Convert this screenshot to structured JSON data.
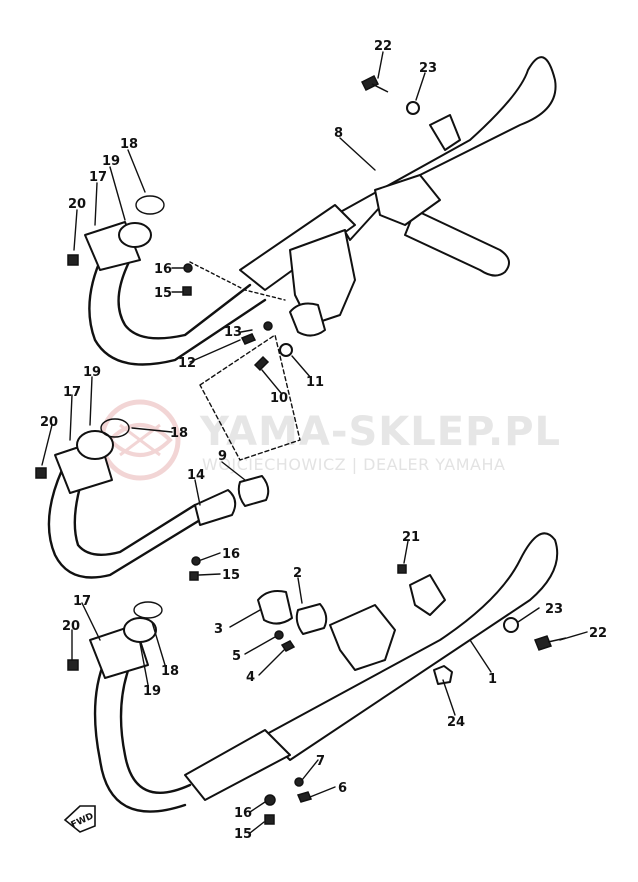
{
  "watermark": {
    "title": "YAMA-SKLEP.PL",
    "subtitle": "WOJCIECHOWICZ | DEALER YAMAHA",
    "logo_color": "#e8b4b4"
  },
  "direction_marker": "FWD",
  "callouts": {
    "c1": "1",
    "c2": "2",
    "c3": "3",
    "c4": "4",
    "c5": "5",
    "c6": "6",
    "c7": "7",
    "c8": "8",
    "c9": "9",
    "c10": "10",
    "c11": "11",
    "c12": "12",
    "c13": "13",
    "c14": "14",
    "c15a": "15",
    "c15b": "15",
    "c15c": "15",
    "c16a": "16",
    "c16b": "16",
    "c16c": "16",
    "c17a": "17",
    "c17b": "17",
    "c17c": "17",
    "c18a": "18",
    "c18b": "18",
    "c18c": "18",
    "c19a": "19",
    "c19b": "19",
    "c19c": "19",
    "c20a": "20",
    "c20b": "20",
    "c20c": "20",
    "c21": "21",
    "c22a": "22",
    "c22b": "22",
    "c23a": "23",
    "c23b": "23",
    "c24": "24"
  }
}
